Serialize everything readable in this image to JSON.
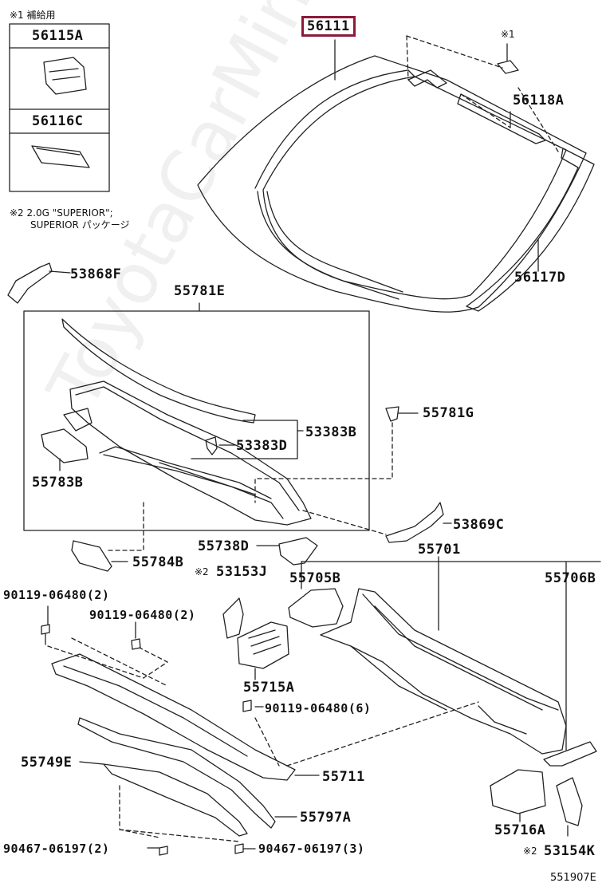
{
  "diagram_code": "551907E",
  "notes": {
    "note1_top": "※1 補給用",
    "note2_line1": "※2 2.0G \"SUPERIOR\";",
    "note2_line2": "SUPERIOR パッケージ",
    "star1": "※1",
    "star2a": "※2",
    "star2b": "※2"
  },
  "watermark": "ToyotaCarMine.ru",
  "reference_box": {
    "part_a": "56115A",
    "part_b": "56116C"
  },
  "parts": {
    "p56111": "56111",
    "p56118A": "56118A",
    "p56117D": "56117D",
    "p53868F": "53868F",
    "p55781E": "55781E",
    "p55781G": "55781G",
    "p53383B": "53383B",
    "p53383D": "53383D",
    "p55783B": "55783B",
    "p53869C": "53869C",
    "p55738D": "55738D",
    "p55784B": "55784B",
    "p55701": "55701",
    "p53153J": "53153J",
    "p55705B": "55705B",
    "p55706B": "55706B",
    "p90119_06480_2a": "90119-06480(2)",
    "p90119_06480_2b": "90119-06480(2)",
    "p55715A": "55715A",
    "p90119_06480_6": "90119-06480(6)",
    "p55749E": "55749E",
    "p55711": "55711",
    "p55797A": "55797A",
    "p55716A": "55716A",
    "p90467_06197_2": "90467-06197(2)",
    "p53154K": "53154K",
    "p90467_06197_3": "90467-06197(3)"
  }
}
